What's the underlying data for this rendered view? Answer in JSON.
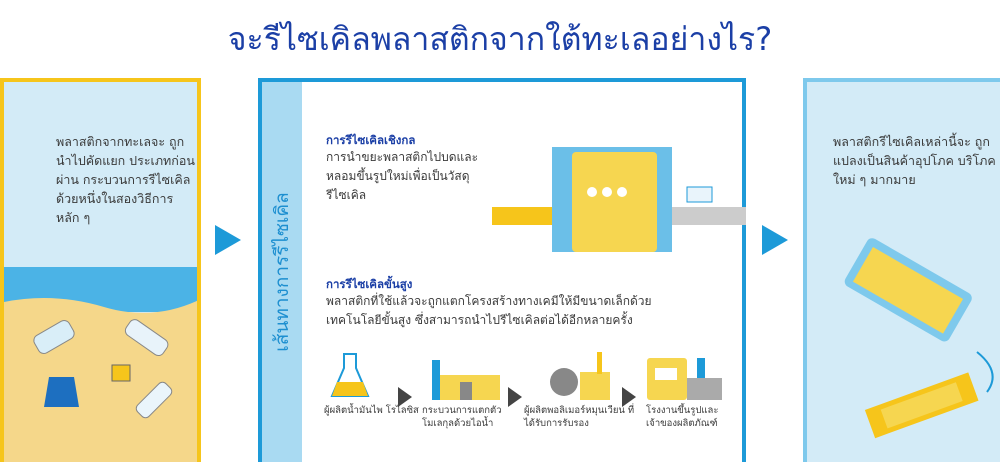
{
  "title": "จะรีไซเคิลพลาสติกจากใต้ทะเลอย่างไร?",
  "left_panel": {
    "text": "พลาสติกจากทะเลจะ ถูกนำไปคัดแยก ประเภทก่อนผ่าน กระบวนการรีไซเคิล ด้วยหนึ่งในสองวิธีการ หลัก ๆ"
  },
  "middle_panel": {
    "side_label": "เส้นทางการรีไซเคิล",
    "mechanical": {
      "heading": "การรีไซเคิลเชิงกล",
      "text": "การนำขยะพลาสติกไปบดและ หลอมขึ้นรูปใหม่เพื่อเป็นวัสดุ รีไซเคิล"
    },
    "advanced": {
      "heading": "การรีไซเคิลขั้นสูง",
      "text": "พลาสติกที่ใช้แล้วจะถูกแตกโครงสร้างทางเคมีให้มีขนาดเล็กด้วย เทคโนโลยีขั้นสูง ซึ่งสามารถนำไปรีไซเคิลต่อได้อีกหลายครั้ง"
    },
    "steps": [
      {
        "label": "ผู้ผลิตน้ำมันไพ โรไลซิส",
        "icon": "flask-icon"
      },
      {
        "label": "กระบวนการแตกตัว โมเลกุลด้วยไอน้ำ",
        "icon": "factory-icon"
      },
      {
        "label": "ผู้ผลิตพอลิเมอร์หมุนเวียน ที่ได้รับการรับรอง",
        "icon": "refinery-icon"
      },
      {
        "label": "โรงงานขึ้นรูปและ เจ้าของผลิตภัณฑ์",
        "icon": "product-factory-icon"
      }
    ]
  },
  "right_panel": {
    "text": "พลาสติกรีไซเคิลเหล่านี้จะ ถูกแปลงเป็นสินค้าอุปโภค บริโภคใหม่ ๆ มากมาย"
  },
  "colors": {
    "title": "#1b3fa6",
    "yellow": "#f6c51b",
    "blue": "#1d9ad8",
    "light_blue": "#d3ebf7"
  }
}
